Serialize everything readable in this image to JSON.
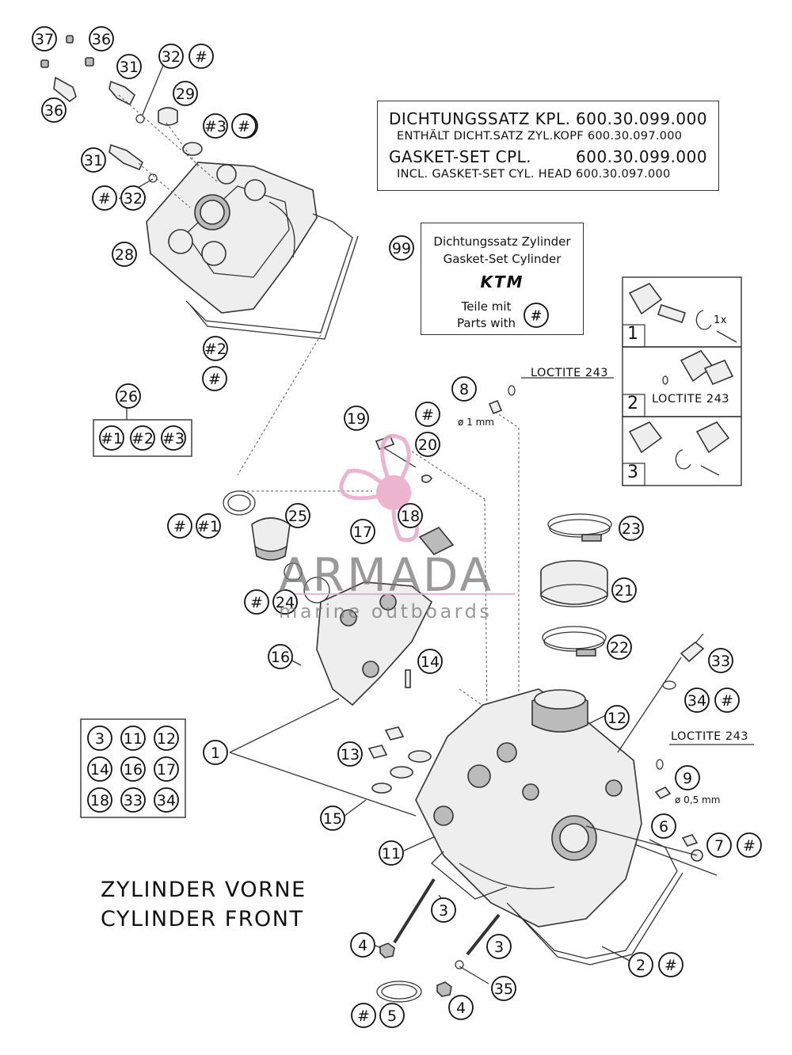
{
  "gasket_box": {
    "line1_left": "DICHTUNGSSATZ KPL.",
    "line1_right": "600.30.099.000",
    "line2": "ENTHÄLT DICHT.SATZ ZYL.KOPF 600.30.097.000",
    "line3_left": "GASKET-SET CPL.",
    "line3_right": "600.30.099.000",
    "line4": "INCL. GASKET-SET CYL. HEAD 600.30.097.000"
  },
  "cylinder_gasket_box": {
    "title_de": "Dichtungssatz Zylinder",
    "title_en": "Gasket-Set Cylinder",
    "brand_logo": "KTM",
    "parts_de": "Teile mit",
    "parts_en": "Parts with",
    "marker": "#"
  },
  "caption": {
    "line1": "ZYLINDER VORNE",
    "line2": "CYLINDER FRONT"
  },
  "loctite": {
    "label_top": "LOCTITE 243",
    "label_step2": "LOCTITE 243",
    "label_right": "LOCTITE 243"
  },
  "diameters": {
    "d1": "ø 1 mm",
    "d2": "ø 0,5 mm"
  },
  "steps": {
    "s1": "1",
    "s2": "2",
    "s3": "3",
    "turn_label": "1x"
  },
  "watermark": {
    "title": "ARMADA",
    "subtitle": "marine outboards"
  },
  "set_26_items": [
    "#1",
    "#2",
    "#3"
  ],
  "set_1_items": [
    "3",
    "11",
    "12",
    "14",
    "16",
    "17",
    "18",
    "33",
    "34"
  ],
  "callouts": {
    "c37": "37",
    "c36a": "36",
    "c36b": "36",
    "c31a": "31",
    "c31b": "31",
    "c32a": "32",
    "c32b": "32",
    "c29": "29",
    "c3b": "#3",
    "c28": "28",
    "c2b": "#2",
    "c26": "26",
    "c99": "99",
    "c8": "8",
    "c19": "19",
    "c20": "20",
    "c25": "25",
    "c1b": "#1",
    "c17": "17",
    "c18": "18",
    "c23": "23",
    "c21": "21",
    "c22": "22",
    "c24": "24",
    "c16": "16",
    "c14": "14",
    "c33": "33",
    "c34": "34",
    "c12": "12",
    "c1": "1",
    "c13": "13",
    "c9": "9",
    "c15": "15",
    "c6": "6",
    "c7": "7",
    "c11": "11",
    "c3a": "3",
    "c3c": "3",
    "c4a": "4",
    "c4b": "4",
    "c2": "2",
    "c35": "35",
    "c5": "5",
    "hash": "#"
  },
  "colors": {
    "ink": "#222222",
    "paper": "#ffffff",
    "watermark_pink": "#e9a7c6"
  }
}
